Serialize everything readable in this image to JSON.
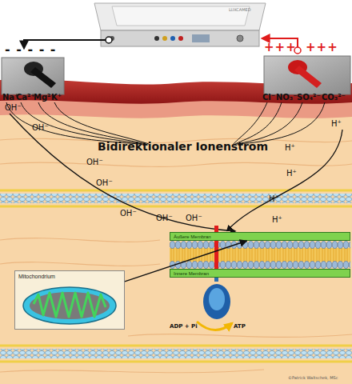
{
  "diagram": {
    "nodes": [
      {
        "text": [
          "Mitochondrium"
        ]
      },
      {
        "text": [
          "Äußere Membran"
        ]
      },
      {
        "text": [
          "Innere Membran"
        ]
      }
    ],
    "edges": [
      {
        "from": 0,
        "to": 1,
        "arrow": "to"
      }
    ],
    "labels": [
      "LUXCAMED",
      "- - - - -",
      "+++",
      "+++",
      "Na⁺",
      "Ca²⁺",
      "Mg²⁺",
      "K⁺",
      "Cl⁻",
      "NO₃⁻",
      "SO₄²⁻",
      "CO₃²⁻",
      "Bidirektionaler Ionenstrom",
      "OH⁻",
      "OH⁻",
      "OH⁻",
      "OH⁻",
      "OH⁻",
      "OH⁻",
      "OH⁻",
      "H⁺",
      "H⁺",
      "H⁺",
      "H⁺",
      "H⁺",
      "ADP + Pi",
      "ATP",
      "©Patrick Waltschek, MSc"
    ]
  }
}
